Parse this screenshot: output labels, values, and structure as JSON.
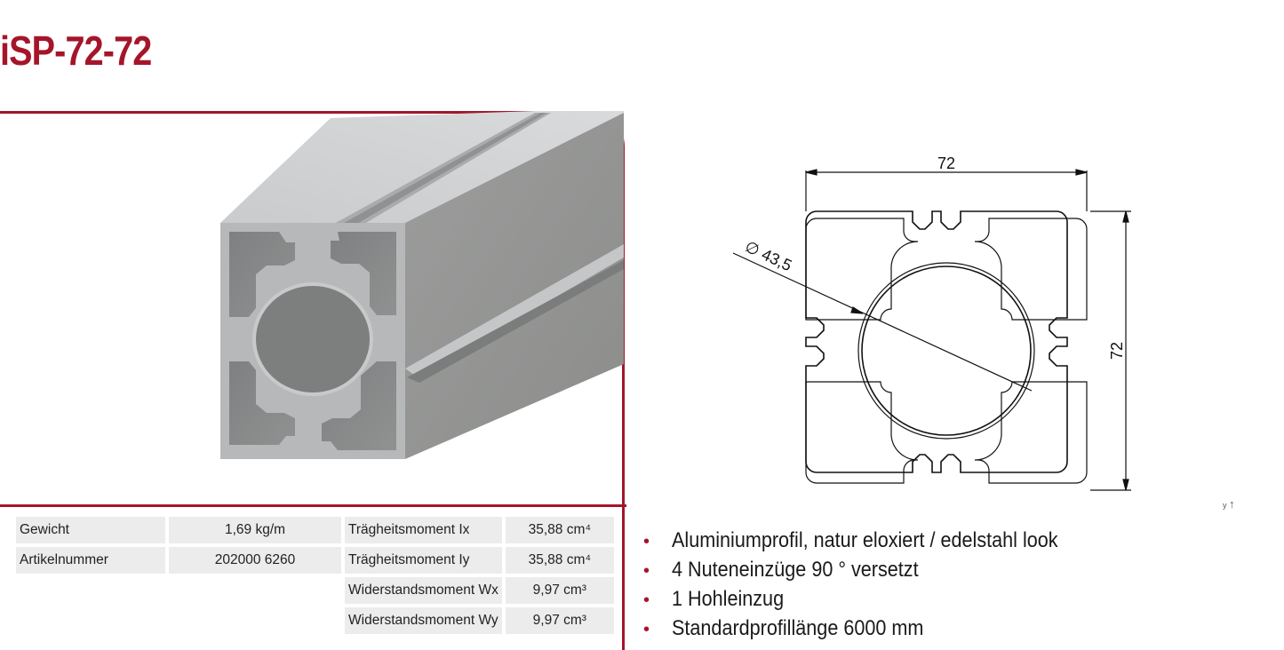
{
  "title": "iSP-72-72",
  "drawing": {
    "width_dim": "72",
    "height_dim": "72",
    "diameter_dim": "∅ 43,5",
    "axis_y": "y"
  },
  "specs": {
    "rows": [
      {
        "label": "Gewicht",
        "value": "1,69 kg/m",
        "label2": "Trägheitsmoment Ix",
        "value2": "35,88 cm⁴"
      },
      {
        "label": "Artikelnummer",
        "value": "202000 6260",
        "label2": "Trägheitsmoment Iy",
        "value2": "35,88 cm⁴"
      },
      {
        "label": "",
        "value": "",
        "label2": "Widerstandsmoment Wx",
        "value2": "9,97 cm³"
      },
      {
        "label": "",
        "value": "",
        "label2": "Widerstandsmoment Wy",
        "value2": "9,97 cm³"
      }
    ]
  },
  "features": [
    "Aluminiumprofil, natur eloxiert / edelstahl look",
    "4 Nuteneinzüge 90 ° versetzt",
    "1 Hohleinzug",
    "Standardprofillänge 6000 mm"
  ],
  "colors": {
    "accent": "#a5152a",
    "aluminium": "#b5b7b9",
    "cell_bg": "#ececec"
  },
  "bullet": "•"
}
